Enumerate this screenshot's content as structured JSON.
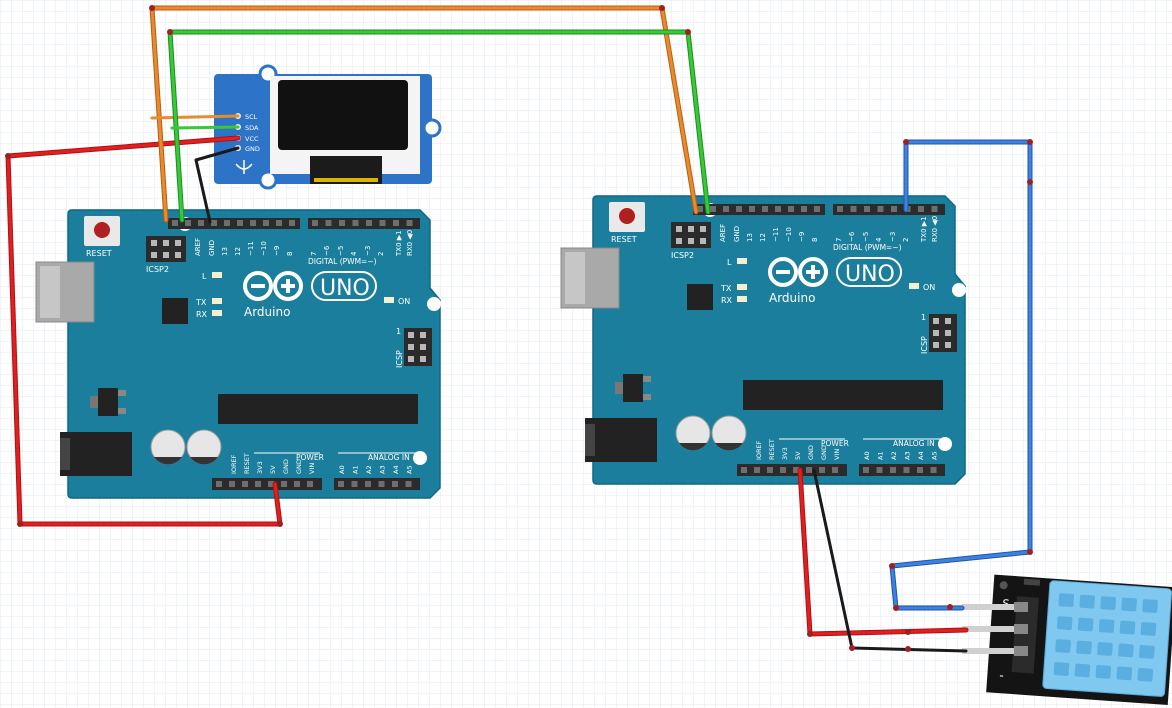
{
  "colors": {
    "board": "#1a7e9c",
    "board_dark": "#0f6785",
    "silk": "#ffffff",
    "header": "#2b2b2b",
    "wire_red": "#cc1414",
    "wire_black": "#1a1a1a",
    "wire_green": "#22b322",
    "wire_orange": "#e07820",
    "wire_blue": "#2d6fcc",
    "grid": "#dfe9f3",
    "oled_blue": "#2d74c8",
    "dht_blue": "#7fc8ef"
  },
  "boards": [
    {
      "name": "Arduino",
      "model": "UNO",
      "labels": {
        "reset": "RESET",
        "icsp2": "ICSP2",
        "icsp": "ICSP",
        "digital": "DIGITAL (PWM=~)",
        "power": "POWER",
        "analog": "ANALOG IN",
        "on": "ON",
        "led_l": "L",
        "led_tx": "TX",
        "led_rx": "RX",
        "tx_pin": "TX0 ▶1",
        "rx_pin": "RX0 ◀0",
        "icsp_one": "1"
      },
      "digital_pins": [
        "AREF",
        "GND",
        "13",
        "12",
        "~11",
        "~10",
        "~9",
        "8",
        "7",
        "~6",
        "~5",
        "4",
        "~3",
        "2"
      ],
      "power_pins": [
        "IOREF",
        "RESET",
        "3V3",
        "5V",
        "GND",
        "GND",
        "VIN"
      ],
      "analog_pins": [
        "A0",
        "A1",
        "A2",
        "A3",
        "A4",
        "A5"
      ]
    },
    {
      "name": "Arduino",
      "model": "UNO",
      "labels": {
        "reset": "RESET",
        "icsp2": "ICSP2",
        "icsp": "ICSP",
        "digital": "DIGITAL (PWM=~)",
        "power": "POWER",
        "analog": "ANALOG IN",
        "on": "ON",
        "led_l": "L",
        "led_tx": "TX",
        "led_rx": "RX",
        "tx_pin": "TX0 ▶1",
        "rx_pin": "RX0 ◀0",
        "icsp_one": "1"
      },
      "digital_pins": [
        "AREF",
        "GND",
        "13",
        "12",
        "~11",
        "~10",
        "~9",
        "8",
        "7",
        "~6",
        "~5",
        "4",
        "~3",
        "2"
      ],
      "power_pins": [
        "IOREF",
        "RESET",
        "3V3",
        "5V",
        "GND",
        "GND",
        "VIN"
      ],
      "analog_pins": [
        "A0",
        "A1",
        "A2",
        "A3",
        "A4",
        "A5"
      ]
    }
  ],
  "oled": {
    "pins": [
      "SCL",
      "SDA",
      "VCC",
      "GND"
    ]
  },
  "dht": {
    "pin_label": "S",
    "minus_label": "-"
  }
}
